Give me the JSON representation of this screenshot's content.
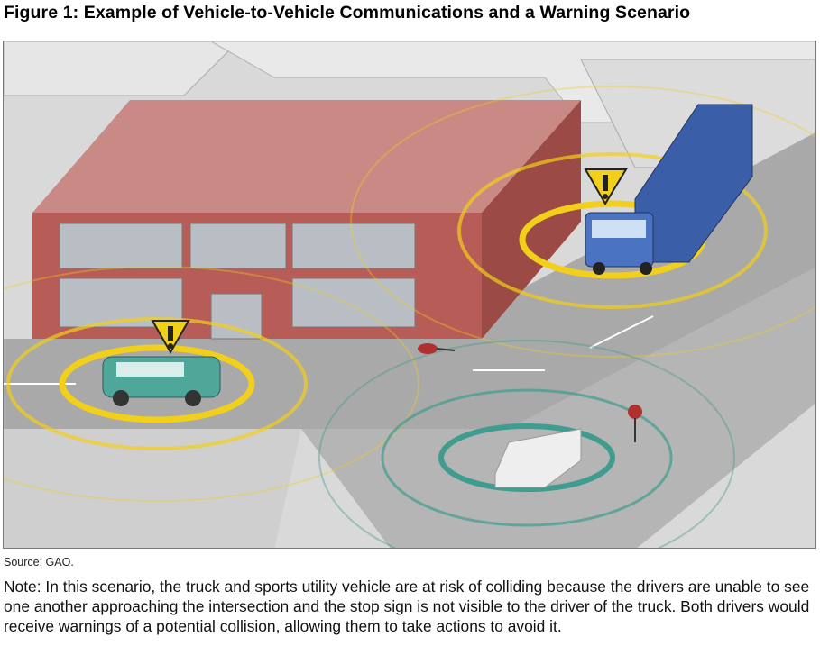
{
  "title": "Figure 1: Example of Vehicle-to-Vehicle Communications and a Warning Scenario",
  "figure": {
    "vehicles": [
      "sports utility vehicle",
      "truck",
      "car"
    ],
    "colors": {
      "signal_warning": "#f2cf1a",
      "signal_normal": "#3f9c8f",
      "building": "#b85c57",
      "truck": "#3a5fa8",
      "suv": "#4fa79a"
    }
  },
  "source": "Source: GAO.",
  "note": "Note: In this scenario, the truck and sports utility vehicle are at risk of colliding because the drivers are unable to see one another approaching the intersection and the stop sign is not visible to the driver of the truck. Both drivers would receive warnings of a potential collision, allowing them to take actions to avoid it."
}
